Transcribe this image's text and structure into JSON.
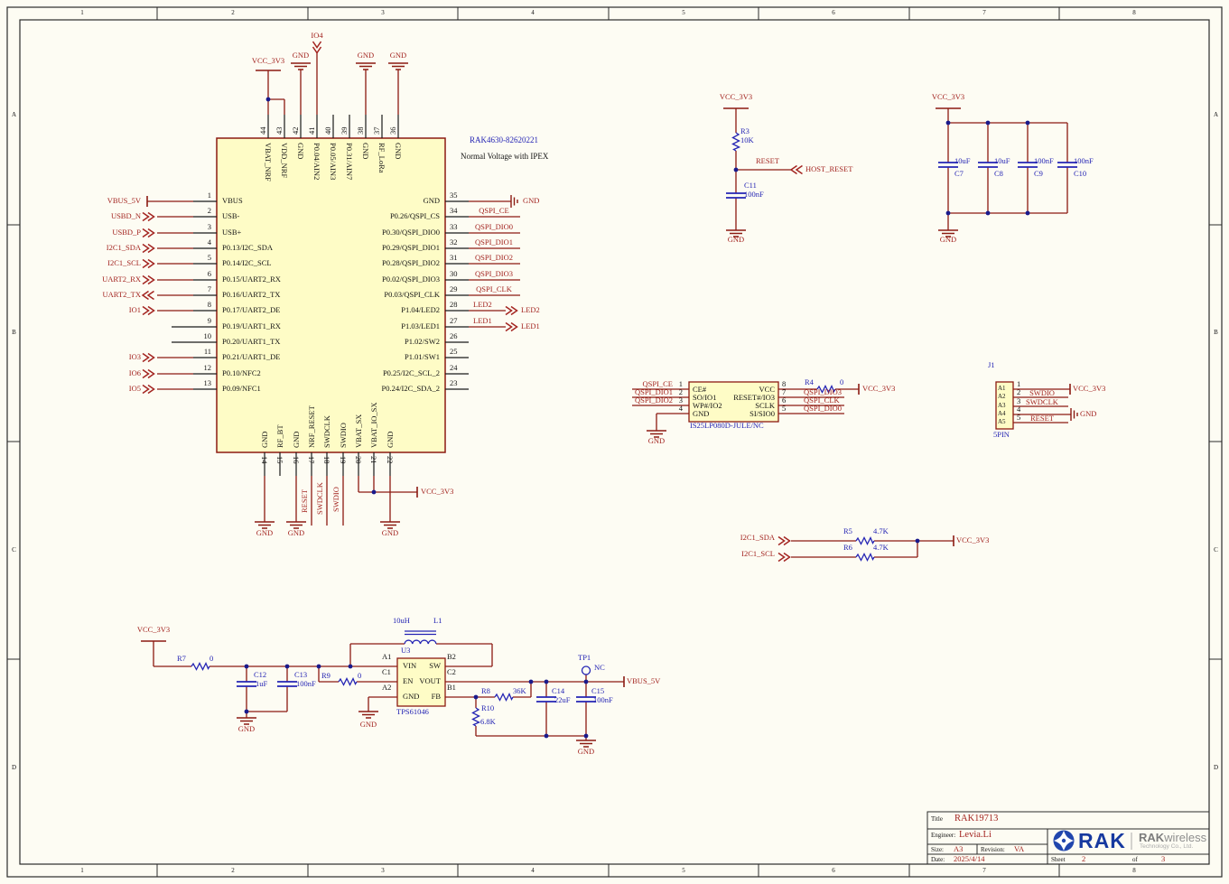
{
  "frame": {
    "cols": [
      "1",
      "2",
      "3",
      "4",
      "5",
      "6",
      "7",
      "8"
    ],
    "rows": [
      "A",
      "B",
      "C",
      "D"
    ]
  },
  "power": {
    "vcc": "VCC_3V3",
    "gnd": "GND",
    "vbus": "VBUS_5V"
  },
  "io4": "IO4",
  "ic": {
    "part": "RAK4630-82620221",
    "subtitle": "Normal Voltage with IPEX",
    "left": [
      {
        "n": "1",
        "name": "VBUS",
        "label": "VBUS_5V"
      },
      {
        "n": "2",
        "name": "USB-",
        "label": "USBD_N"
      },
      {
        "n": "3",
        "name": "USB+",
        "label": "USBD_P"
      },
      {
        "n": "4",
        "name": "P0.13/I2C_SDA",
        "label": "I2C1_SDA"
      },
      {
        "n": "5",
        "name": "P0.14/I2C_SCL",
        "label": "I2C1_SCL"
      },
      {
        "n": "6",
        "name": "P0.15/UART2_RX",
        "label": "UART2_RX"
      },
      {
        "n": "7",
        "name": "P0.16/UART2_TX",
        "label": "UART2_TX"
      },
      {
        "n": "8",
        "name": "P0.17/UART2_DE",
        "label": "IO1"
      },
      {
        "n": "9",
        "name": "P0.19/UART1_RX"
      },
      {
        "n": "10",
        "name": "P0.20/UART1_TX"
      },
      {
        "n": "11",
        "name": "P0.21/UART1_DE",
        "label": "IO3"
      },
      {
        "n": "12",
        "name": "P0.10/NFC2",
        "label": "IO6"
      },
      {
        "n": "13",
        "name": "P0.09/NFC1",
        "label": "IO5"
      }
    ],
    "right": [
      {
        "n": "35",
        "name": "GND",
        "label": "GND"
      },
      {
        "n": "34",
        "name": "P0.26/QSPI_CS",
        "label": "QSPI_CE"
      },
      {
        "n": "33",
        "name": "P0.30/QSPI_DIO0",
        "label": "QSPI_DIO0"
      },
      {
        "n": "32",
        "name": "P0.29/QSPI_DIO1",
        "label": "QSPI_DIO1"
      },
      {
        "n": "31",
        "name": "P0.28/QSPI_DIO2",
        "label": "QSPI_DIO2"
      },
      {
        "n": "30",
        "name": "P0.02/QSPI_DIO3",
        "label": "QSPI_DIO3"
      },
      {
        "n": "29",
        "name": "P0.03/QSPI_CLK",
        "label": "QSPI_CLK"
      },
      {
        "n": "28",
        "name": "P1.04/LED2",
        "label": "LED2"
      },
      {
        "n": "27",
        "name": "P1.03/LED1",
        "label": "LED1"
      },
      {
        "n": "26",
        "name": "P1.02/SW2"
      },
      {
        "n": "25",
        "name": "P1.01/SW1"
      },
      {
        "n": "24",
        "name": "P0.25/I2C_SCL_2"
      },
      {
        "n": "23",
        "name": "P0.24/I2C_SDA_2"
      }
    ],
    "top": [
      {
        "n": "44",
        "name": "VBAT_NRF"
      },
      {
        "n": "43",
        "name": "VDD_NRF"
      },
      {
        "n": "42",
        "name": "GND"
      },
      {
        "n": "41",
        "name": "P0.04/AIN2"
      },
      {
        "n": "40",
        "name": "P0.05/AIN3"
      },
      {
        "n": "39",
        "name": "P0.31/AIN7"
      },
      {
        "n": "38",
        "name": "GND"
      },
      {
        "n": "37",
        "name": "RF_LoRa"
      },
      {
        "n": "36",
        "name": "GND"
      }
    ],
    "bottom": [
      {
        "n": "14",
        "name": "GND"
      },
      {
        "n": "15",
        "name": "RF_BT"
      },
      {
        "n": "16",
        "name": "GND"
      },
      {
        "n": "17",
        "name": "NRF_RESET"
      },
      {
        "n": "18",
        "name": "SWDCLK"
      },
      {
        "n": "19",
        "name": "SWDIO"
      },
      {
        "n": "20",
        "name": "VBAT_SX"
      },
      {
        "n": "21",
        "name": "VBAT_IO_SX"
      },
      {
        "n": "22",
        "name": "GND"
      }
    ]
  },
  "swd": {
    "swdio": "SWDIO",
    "swdclk": "SWDCLK",
    "reset": "RESET"
  },
  "reset": {
    "r_ref": "R3",
    "r_val": "10K",
    "c_ref": "C11",
    "c_val": "100nF",
    "net": "RESET",
    "port": "HOST_RESET"
  },
  "caps": [
    {
      "ref": "C7",
      "val": "10uF"
    },
    {
      "ref": "C8",
      "val": "10uF"
    },
    {
      "ref": "C9",
      "val": "100nF"
    },
    {
      "ref": "C10",
      "val": "100nF"
    }
  ],
  "flash": {
    "part": "IS25LP080D-JULE/NC",
    "r_ref": "R4",
    "r_val": "0",
    "left": [
      {
        "n": "1",
        "name": "CE#",
        "label": "QSPI_CE"
      },
      {
        "n": "2",
        "name": "SO/IO1",
        "label": "QSPI_DIO1"
      },
      {
        "n": "3",
        "name": "WP#/IO2",
        "label": "QSPI_DIO2"
      },
      {
        "n": "4",
        "name": "GND"
      }
    ],
    "right": [
      {
        "n": "8",
        "name": "VCC"
      },
      {
        "n": "7",
        "name": "RESET#/IO3",
        "label": "QSPI_DIO3"
      },
      {
        "n": "6",
        "name": "SCLK",
        "label": "QSPI_CLK"
      },
      {
        "n": "5",
        "name": "SI/SIO0",
        "label": "QSPI_DIO0"
      }
    ]
  },
  "j1": {
    "ref": "J1",
    "type": "5PIN",
    "pads": [
      "A1",
      "A2",
      "A3",
      "A4",
      "A5"
    ],
    "nums": [
      "1",
      "2",
      "3",
      "4",
      "5"
    ],
    "labels": {
      "p2": "SWDIO",
      "p3": "SWDCLK",
      "p5": "RESET"
    }
  },
  "i2c": {
    "sda": "I2C1_SDA",
    "scl": "I2C1_SCL",
    "r5_ref": "R5",
    "r5_val": "4.7K",
    "r6_ref": "R6",
    "r6_val": "4.7K"
  },
  "boost": {
    "ref": "U3",
    "part": "TPS61046",
    "l_ref": "L1",
    "l_val": "10uH",
    "r7_ref": "R7",
    "r7_val": "0",
    "r9_ref": "R9",
    "r9_val": "0",
    "r8_ref": "R8",
    "r8_val": "36K",
    "r10_ref": "R10",
    "r10_val": "6.8K",
    "c12_ref": "C12",
    "c12_val": "1uF",
    "c13_ref": "C13",
    "c13_val": "100nF",
    "c14_ref": "C14",
    "c14_val": "22uF",
    "c15_ref": "C15",
    "c15_val": "100nF",
    "tp_ref": "TP1",
    "tp_val": "NC",
    "pins": {
      "vin": "VIN",
      "en": "EN",
      "gnd": "GND",
      "sw": "SW",
      "vout": "VOUT",
      "fb": "FB",
      "a1": "A1",
      "c1": "C1",
      "a2": "A2",
      "b2": "B2",
      "c2": "C2",
      "b1": "B1"
    }
  },
  "titleblock": {
    "title_label": "Title",
    "title": "RAK19713",
    "engineer_label": "Engineer:",
    "engineer": "Levia.Li",
    "size_label": "Size:",
    "size": "A3",
    "revision_label": "Revision:",
    "revision": "VA",
    "date_label": "Date:",
    "date": "2025/4/14",
    "sheet_label": "Sheet",
    "sheet": "2",
    "of_label": "of",
    "total": "3",
    "logo_text": "RAK",
    "brand_bold": "RAK",
    "brand_rest": "wireless",
    "brand_sub": "Technology Co., Ltd."
  }
}
